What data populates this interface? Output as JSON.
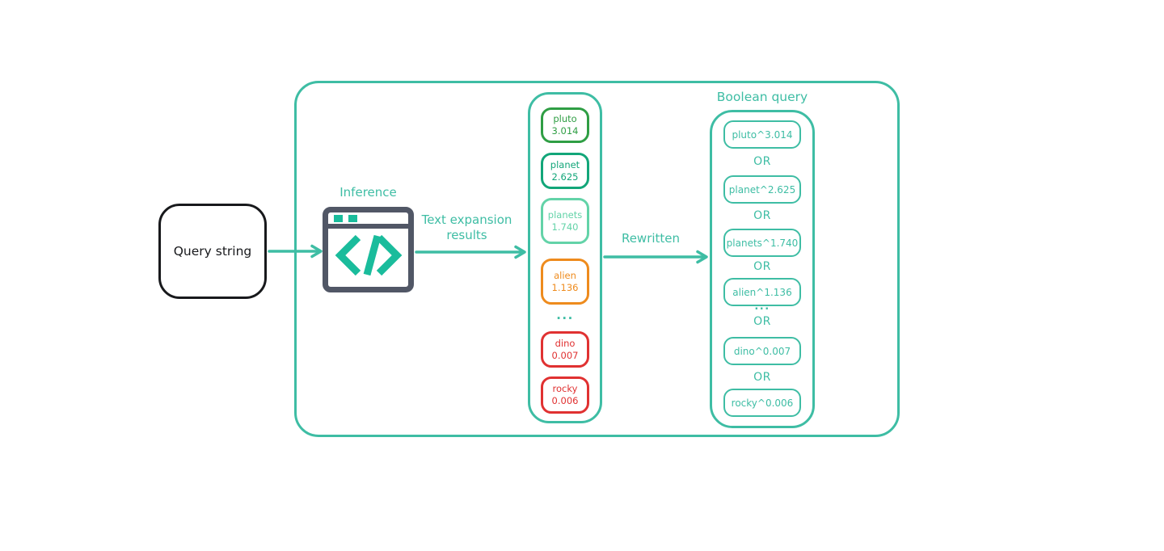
{
  "query_box": {
    "label": "Query string"
  },
  "inference": {
    "label": "Inference",
    "icon": "code-window-icon"
  },
  "arrows": {
    "text_expansion_label": "Text expansion results",
    "rewritten_label": "Rewritten"
  },
  "expansion": {
    "ellipsis": "...",
    "terms": [
      {
        "term": "pluto",
        "score": "3.014",
        "color": "#2f9e44"
      },
      {
        "term": "planet",
        "score": "2.625",
        "color": "#12a679"
      },
      {
        "term": "planets",
        "score": "1.740",
        "color": "#63d3a8"
      },
      {
        "term": "alien",
        "score": "1.136",
        "color": "#ee8b1d"
      },
      {
        "term": "dino",
        "score": "0.007",
        "color": "#e03131"
      },
      {
        "term": "rocky",
        "score": "0.006",
        "color": "#e03131"
      }
    ]
  },
  "boolean_query": {
    "title": "Boolean query",
    "operator": "OR",
    "ellipsis": "...",
    "clauses": [
      "pluto^3.014",
      "planet^2.625",
      "planets^1.740",
      "alien^1.136",
      "dino^0.007",
      "rocky^0.006"
    ]
  },
  "colors": {
    "teal": "#3ebda4",
    "icon_teal": "#1abc9c",
    "frame_gray": "#515766",
    "ink": "#18191c",
    "background": "#ffffff"
  }
}
